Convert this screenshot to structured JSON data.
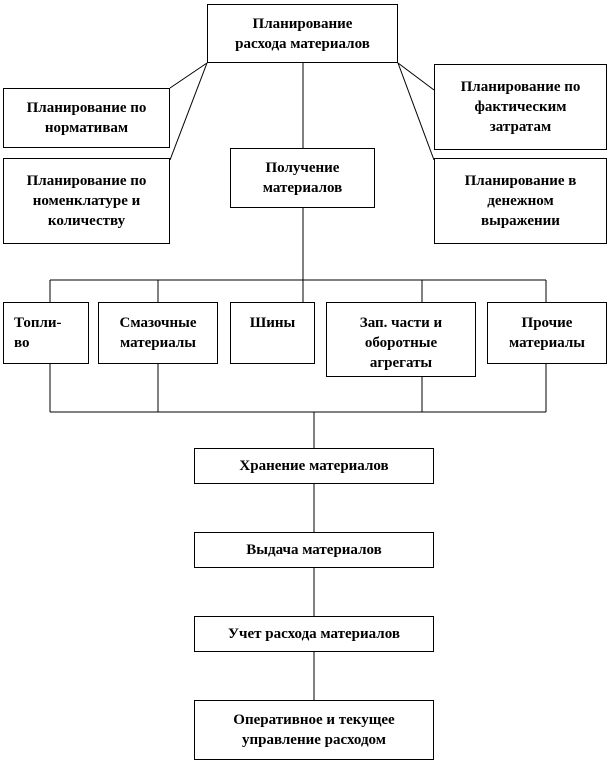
{
  "diagram": {
    "root": "Планирование\nрасхода материалов",
    "planning_norms": "Планирование по\nнормативам",
    "planning_nomenclature": "Планирование по\nноменклатуре и\nколичеству",
    "planning_actual": "Планирование по\nфактическим\nзатратам",
    "planning_money": "Планирование в\nденежном\nвыражении",
    "receipt": "Получение\nматериалов",
    "materials": {
      "fuel": "Топли-\nво",
      "lubricants": "Смазочные\nматериалы",
      "tires": "Шины",
      "spare_parts": "Зап. части и\nоборотные\nагрегаты",
      "other": "Прочие\nматериалы"
    },
    "storage": "Хранение материалов",
    "issuance": "Выдача материалов",
    "accounting": "Учет расхода материалов",
    "management": "Оперативное и текущее\nуправление расходом"
  }
}
